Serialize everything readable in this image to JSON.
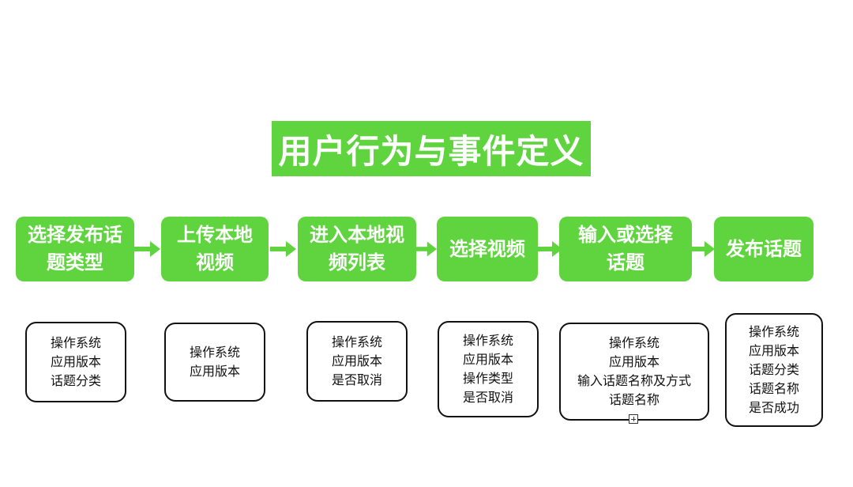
{
  "title": "用户行为与事件定义",
  "steps": [
    {
      "label": "选择发布话\n题类型",
      "fields": [
        "操作系统",
        "应用版本",
        "话题分类"
      ]
    },
    {
      "label": "上传本地\n视频",
      "fields": [
        "操作系统",
        "应用版本"
      ]
    },
    {
      "label": "进入本地视\n频列表",
      "fields": [
        "操作系统",
        "应用版本",
        "是否取消"
      ]
    },
    {
      "label": "选择视频",
      "fields": [
        "操作系统",
        "应用版本",
        "操作类型",
        "是否取消"
      ]
    },
    {
      "label": "输入或选择\n话题",
      "fields": [
        "操作系统",
        "应用版本",
        "输入话题名称及方式",
        "话题名称"
      ]
    },
    {
      "label": "发布话题",
      "fields": [
        "操作系统",
        "应用版本",
        "话题分类",
        "话题名称",
        "是否成功"
      ]
    }
  ],
  "colors": {
    "accent": "#5fd43e",
    "border": "#111111"
  }
}
